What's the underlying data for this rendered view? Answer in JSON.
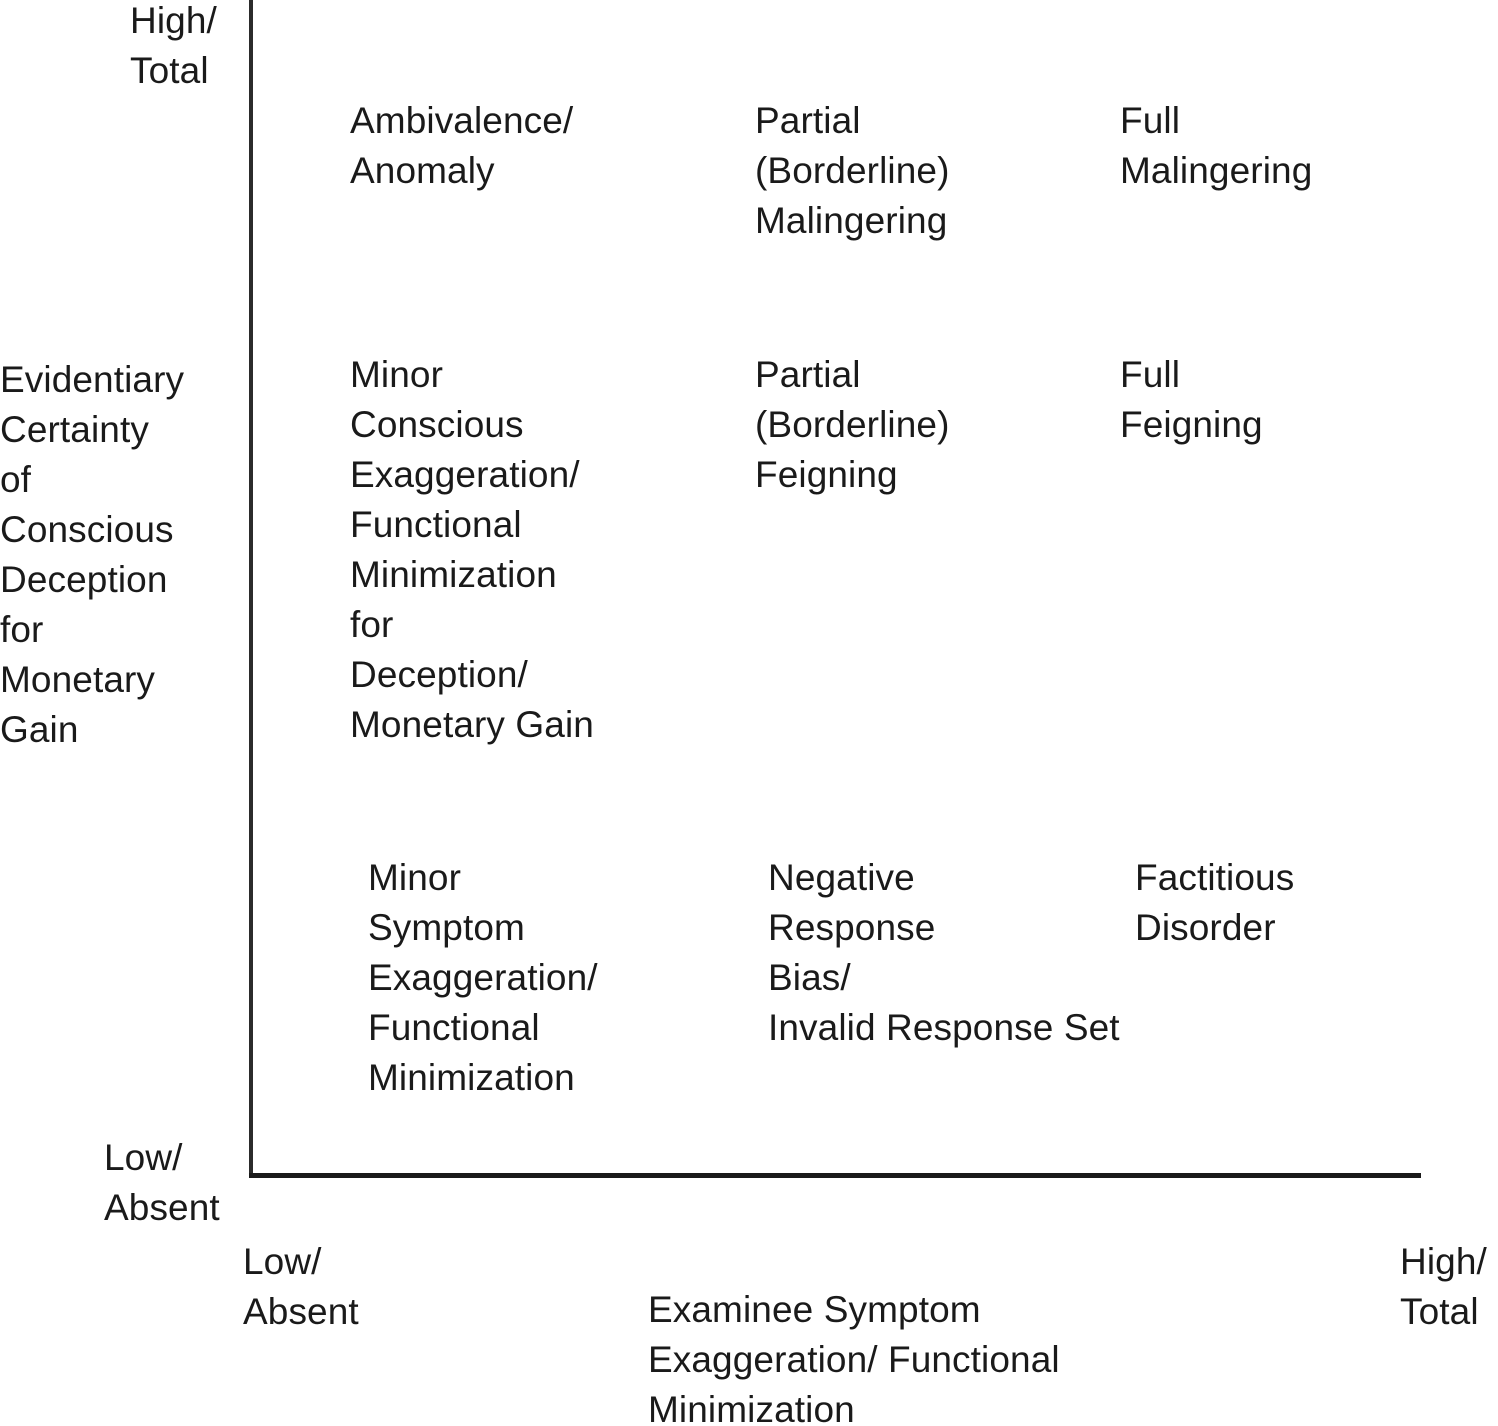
{
  "figure": {
    "type": "two-axis conceptual matrix",
    "axes": {
      "y": {
        "title": "Evidentiary\nCertainty\nof\nConscious\nDeception\nfor\nMonetary\nGain",
        "high_label": "High/\nTotal",
        "low_label": "Low/\nAbsent"
      },
      "x": {
        "title": "Examinee Symptom\nExaggeration/ Functional\nMinimization",
        "low_label": "Low/\nAbsent",
        "high_label": "High/\nTotal"
      }
    },
    "cells": [
      {
        "row": 1,
        "col": 1,
        "id": "ambivalence-anomaly",
        "text": "Ambivalence/\nAnomaly"
      },
      {
        "row": 1,
        "col": 2,
        "id": "partial-borderline-malingering",
        "text": "Partial\n(Borderline)\nMalingering"
      },
      {
        "row": 1,
        "col": 3,
        "id": "full-malingering",
        "text": "Full\nMalingering"
      },
      {
        "row": 2,
        "col": 1,
        "id": "minor-conscious-exaggeration",
        "text": "Minor\nConscious\nExaggeration/\nFunctional\nMinimization\nfor\nDeception/\nMonetary Gain"
      },
      {
        "row": 2,
        "col": 2,
        "id": "partial-borderline-feigning",
        "text": "Partial\n(Borderline)\nFeigning"
      },
      {
        "row": 2,
        "col": 3,
        "id": "full-feigning",
        "text": "Full\nFeigning"
      },
      {
        "row": 3,
        "col": 1,
        "id": "minor-symptom-exaggeration",
        "text": "Minor\nSymptom\nExaggeration/\nFunctional\nMinimization"
      },
      {
        "row": 3,
        "col": 2,
        "id": "negative-response-bias",
        "text": "Negative\nResponse\nBias/\nInvalid Response Set"
      },
      {
        "row": 3,
        "col": 3,
        "id": "factitious-disorder",
        "text": "Factitious\nDisorder"
      }
    ],
    "colors": {
      "text": "#1a1a1a",
      "axis": "#2b2b2b",
      "background": "#ffffff"
    }
  }
}
